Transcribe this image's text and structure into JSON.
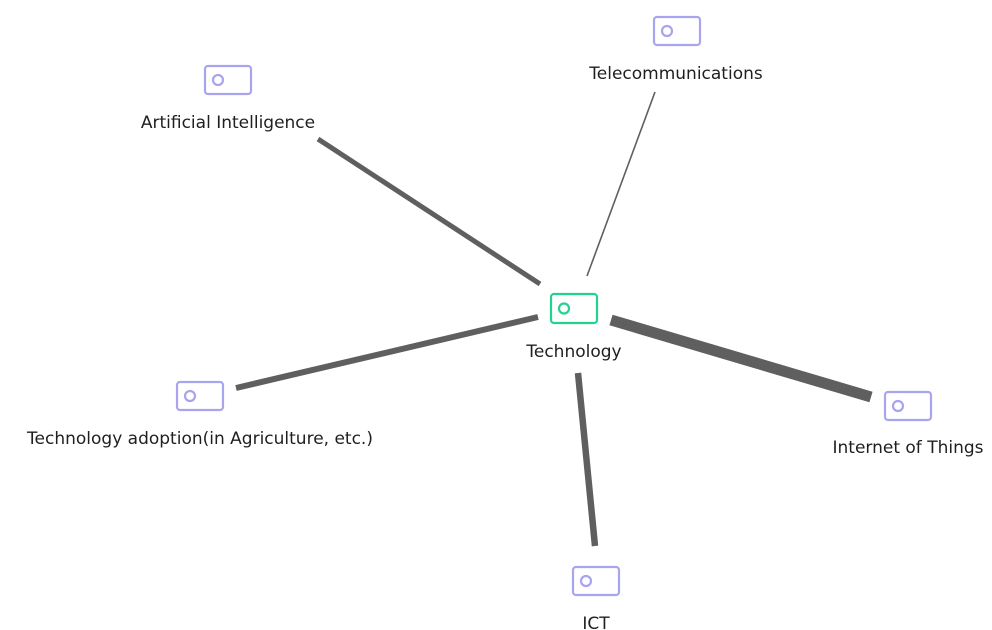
{
  "graph": {
    "center": {
      "label": "Technology",
      "icon": "tag-icon",
      "color": "#22d38f"
    },
    "peers": [
      {
        "id": "ai",
        "label": "Artificial Intelligence",
        "icon": "tag-icon",
        "color": "#a8a4f0",
        "link_weight": "medium"
      },
      {
        "id": "telecom",
        "label": "Telecommunications",
        "icon": "tag-icon",
        "color": "#a8a4f0",
        "link_weight": "thin"
      },
      {
        "id": "adoption",
        "label": "Technology adoption(in Agriculture, etc.)",
        "icon": "tag-icon",
        "color": "#a8a4f0",
        "link_weight": "medium"
      },
      {
        "id": "iot",
        "label": "Internet of Things",
        "icon": "tag-icon",
        "color": "#a8a4f0",
        "link_weight": "heavy"
      },
      {
        "id": "ict",
        "label": "ICT",
        "icon": "tag-icon",
        "color": "#a8a4f0",
        "link_weight": "medium"
      }
    ]
  }
}
